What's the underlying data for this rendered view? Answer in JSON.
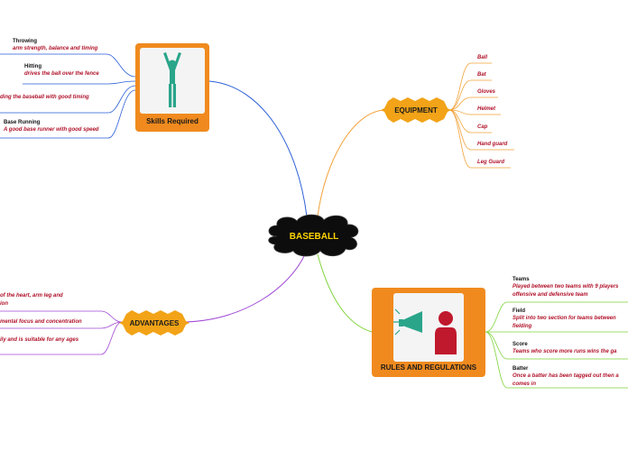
{
  "central": {
    "label": "BASEBALL"
  },
  "skills": {
    "title": "Skills Required",
    "items": [
      {
        "label": "Throwing",
        "desc": "arm strength, balance and timing"
      },
      {
        "label": "Hitting",
        "desc": "drives the ball over the fence"
      },
      {
        "label": "",
        "desc": "ding the baseball with good timing"
      },
      {
        "label": "Base Running",
        "desc": "A good base runner with good speed"
      }
    ]
  },
  "equipment": {
    "title": "EQUIPMENT",
    "items": [
      "Ball",
      "Bat",
      "Gloves",
      "Helmet",
      "Cap",
      "Hand guard",
      "Leg Guard"
    ]
  },
  "advantages": {
    "title": "ADVANTAGES",
    "items": [
      {
        "desc": " of the heart, arm leg and",
        "desc2": "ion"
      },
      {
        "desc": "mental focus and concentration"
      },
      {
        "desc": "ily and is suitable for any ages"
      }
    ]
  },
  "rules": {
    "title": "RULES AND REGULATIONS",
    "items": [
      {
        "label": "Teams",
        "desc": "Played between two teams with 9 players",
        "desc2": "offensive and defensive team"
      },
      {
        "label": "Field",
        "desc": "Split into two section for teams between",
        "desc2": "fielding"
      },
      {
        "label": "Score",
        "desc": "Teams who score more runs wins the ga"
      },
      {
        "label": "Batter",
        "desc": "Once a batter has been tagged out then a",
        "desc2": "comes in"
      }
    ]
  },
  "colors": {
    "skills_branch": "#2a5fd6",
    "equipment_branch": "#f2a23a",
    "advantages_branch": "#a24bd6",
    "rules_branch": "#7fd43a",
    "card_orange": "#f08a1e",
    "badge_yellow": "#f2a317",
    "central_fill": "#0d0d0d",
    "central_text": "#ffd500",
    "figure_teal": "#2aa58a",
    "person_red": "#c0182d"
  },
  "icons": {
    "skills": "person-arms-raised-icon",
    "rules": "megaphone-person-icon"
  }
}
